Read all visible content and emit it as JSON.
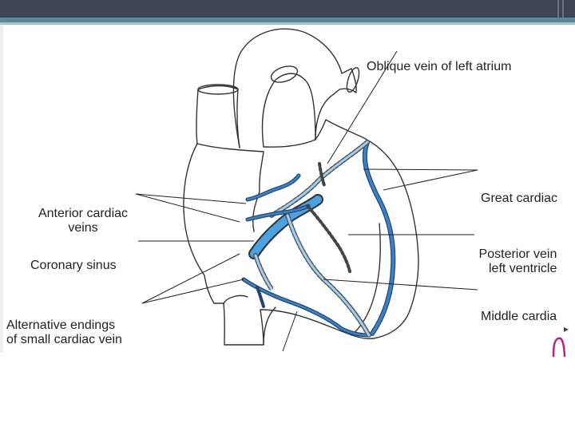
{
  "labels": {
    "oblique": "Oblique vein of left atrium",
    "great_cardiac": "Great cardiac",
    "anterior_cardiac_line1": "Anterior cardiac",
    "anterior_cardiac_line2": "veins",
    "coronary_sinus": "Coronary sinus",
    "posterior_vein_line1": "Posterior vein",
    "posterior_vein_line2": "left ventricle",
    "middle_cardiac": "Middle cardia",
    "alternative_line1": "Alternative endings",
    "alternative_line2": "of small cardiac vein"
  },
  "colors": {
    "header": "#3d4452",
    "accent": "#5b8a94",
    "vein_blue": "#2f6fb8",
    "vein_light": "#8fc3ea",
    "outline": "#333333",
    "handmark": "#b0287a"
  }
}
